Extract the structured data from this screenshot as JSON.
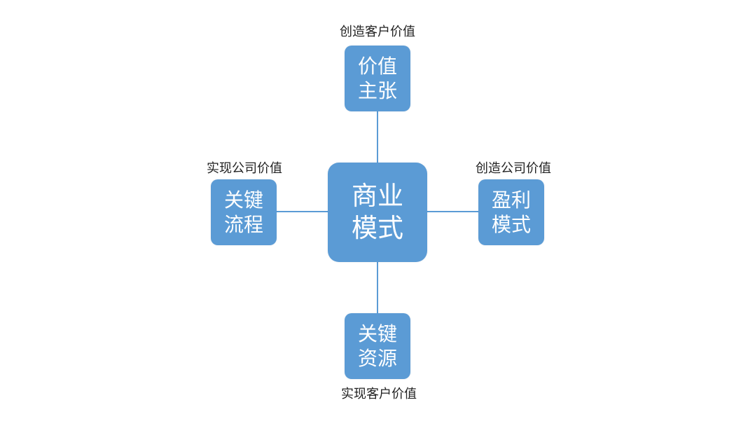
{
  "diagram": {
    "center": {
      "line1": "商业",
      "line2": "模式"
    },
    "top": {
      "line1": "价值",
      "line2": "主张",
      "caption": "创造客户价值"
    },
    "left": {
      "line1": "关键",
      "line2": "流程",
      "caption": "实现公司价值"
    },
    "right": {
      "line1": "盈利",
      "line2": "模式",
      "caption": "创造公司价值"
    },
    "bottom": {
      "line1": "关键",
      "line2": "资源",
      "caption": "实现客户价值"
    }
  },
  "colors": {
    "box_fill": "#5b9bd5",
    "connector": "#5b9bd5",
    "box_text": "#ffffff",
    "caption_text": "#222222",
    "background": "#ffffff"
  }
}
